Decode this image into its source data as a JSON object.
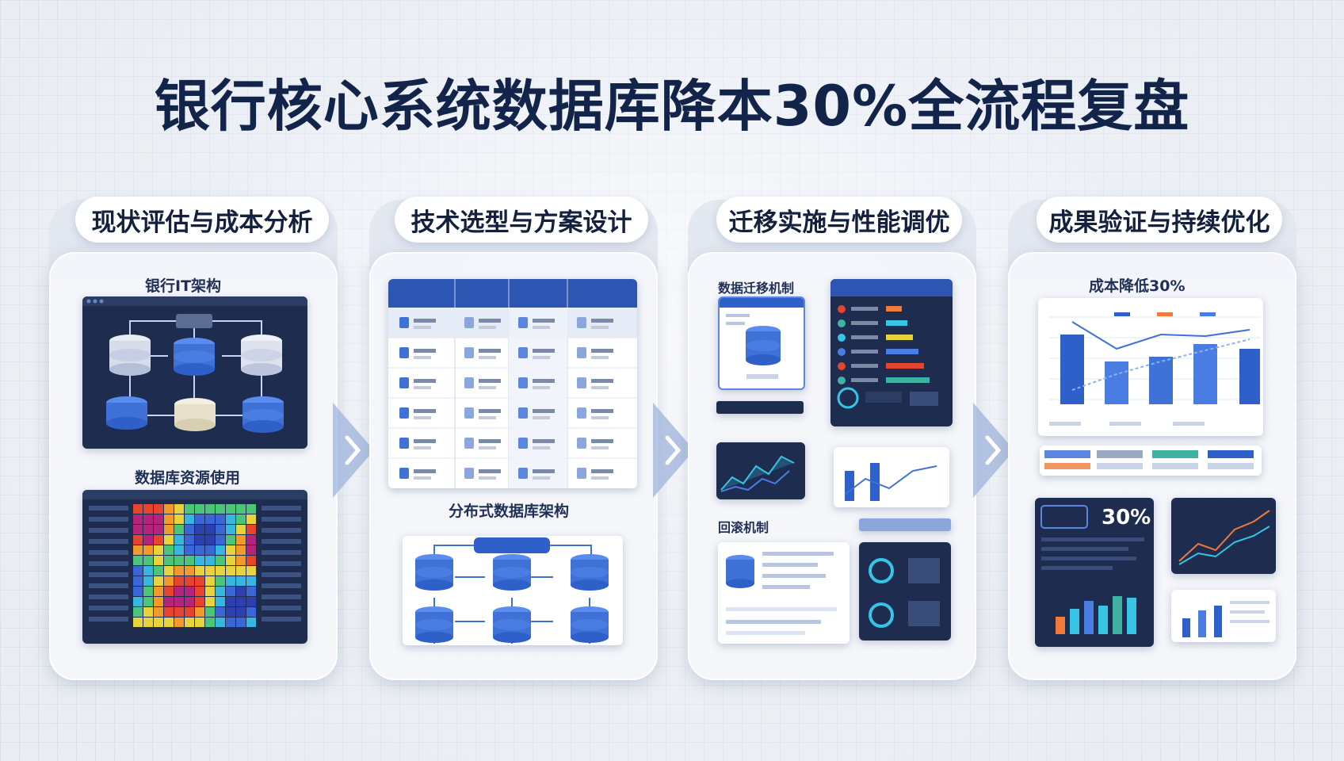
{
  "title": "银行核心系统数据库降本30%全流程复盘",
  "stages": [
    {
      "label": "现状评估与成本分析",
      "sections": [
        "银行IT架构",
        "数据库资源使用"
      ]
    },
    {
      "label": "技术选型与方案设计",
      "sections": [
        "分布式数据库架构"
      ]
    },
    {
      "label": "迁移实施与性能调优",
      "sections": [
        "数据迁移机制",
        "回滚机制"
      ]
    },
    {
      "label": "成果验证与持续优化",
      "sections": [
        "成本降低30%"
      ],
      "kpi": "30%"
    }
  ],
  "colors": {
    "title": "#13244a",
    "accent": "#2f5fc8",
    "dark_panel": "#1d2c4f",
    "arrow": "#9fb4dc"
  },
  "icons": [
    "database-icon",
    "chevron-right-icon",
    "server-icon",
    "chart-icon"
  ]
}
